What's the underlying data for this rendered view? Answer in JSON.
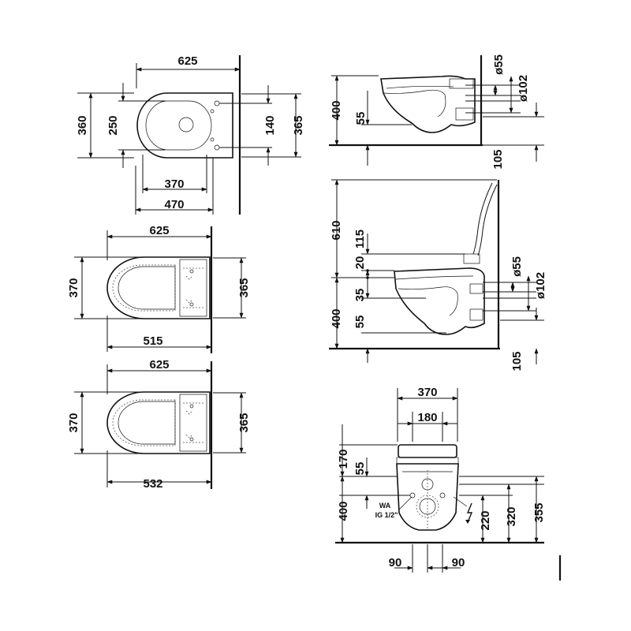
{
  "views": {
    "top_view": {
      "labels": {
        "width": "625",
        "height": "360",
        "inner_height": "250",
        "hole_spacing": "140",
        "mount_height": "365",
        "depth_a": "370",
        "depth_b": "470"
      }
    },
    "plan_seat_1": {
      "labels": {
        "width": "625",
        "height": "370",
        "right_height": "365",
        "depth": "515"
      }
    },
    "plan_seat_2": {
      "labels": {
        "width": "625",
        "height": "370",
        "right_height": "365",
        "depth": "532"
      }
    },
    "side_view": {
      "labels": {
        "pipe_small": "ø55",
        "pipe_large": "ø102",
        "height": "400",
        "offset": "55",
        "floor": "105"
      }
    },
    "side_view_seat": {
      "labels": {
        "total": "610",
        "seat_top": "115",
        "seat_gap": "20",
        "pipe_small": "ø55",
        "pipe_large": "ø102",
        "offset_a": "35",
        "height": "400",
        "offset_b": "55",
        "floor": "105"
      }
    },
    "front_view": {
      "labels": {
        "width": "370",
        "inner_width": "180",
        "seat_height": "170",
        "top_offset": "55",
        "height": "400",
        "water_label": "WA",
        "water_spec": "IG 1/2\"",
        "h220": "220",
        "h320": "320",
        "h355": "355",
        "left_offset": "90",
        "right_offset": "90"
      }
    }
  },
  "icons": [
    "electric-connection-icon"
  ],
  "colors": {
    "line": "#111111",
    "background": "#ffffff",
    "dashed": "#555555"
  }
}
